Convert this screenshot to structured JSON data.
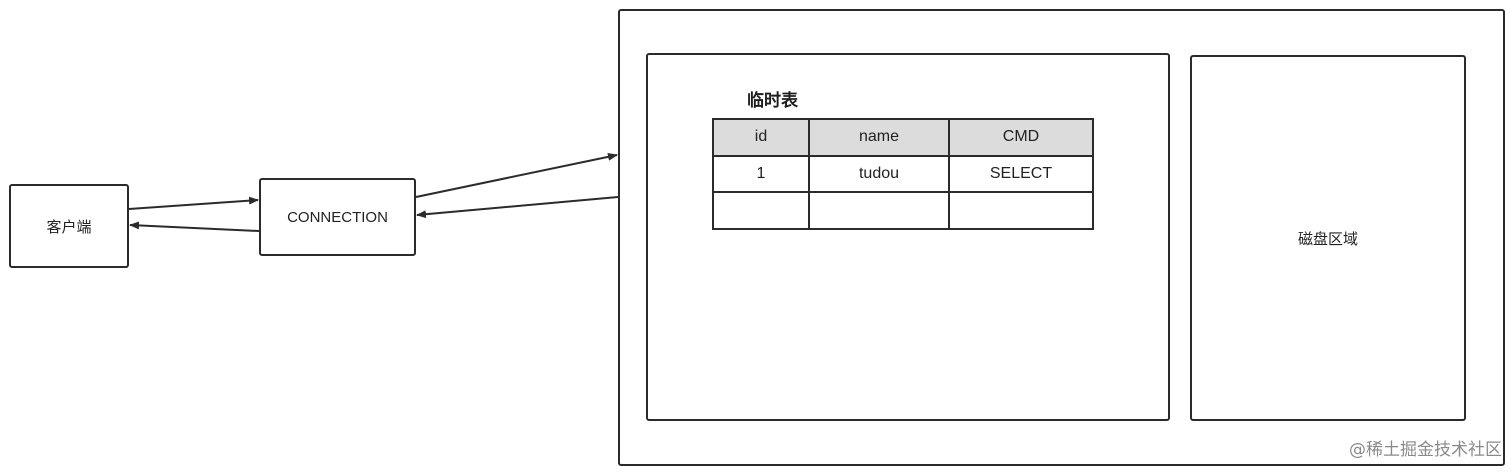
{
  "client": {
    "label": "客户端"
  },
  "connection": {
    "label": "CONNECTION"
  },
  "disk": {
    "label": "磁盘区域"
  },
  "temp_table": {
    "title": "临时表",
    "columns": [
      "id",
      "name",
      "CMD"
    ],
    "rows": [
      [
        "1",
        "tudou",
        "SELECT"
      ],
      [
        "",
        "",
        ""
      ]
    ]
  },
  "watermark": {
    "text": "@稀土掘金技术社区"
  }
}
